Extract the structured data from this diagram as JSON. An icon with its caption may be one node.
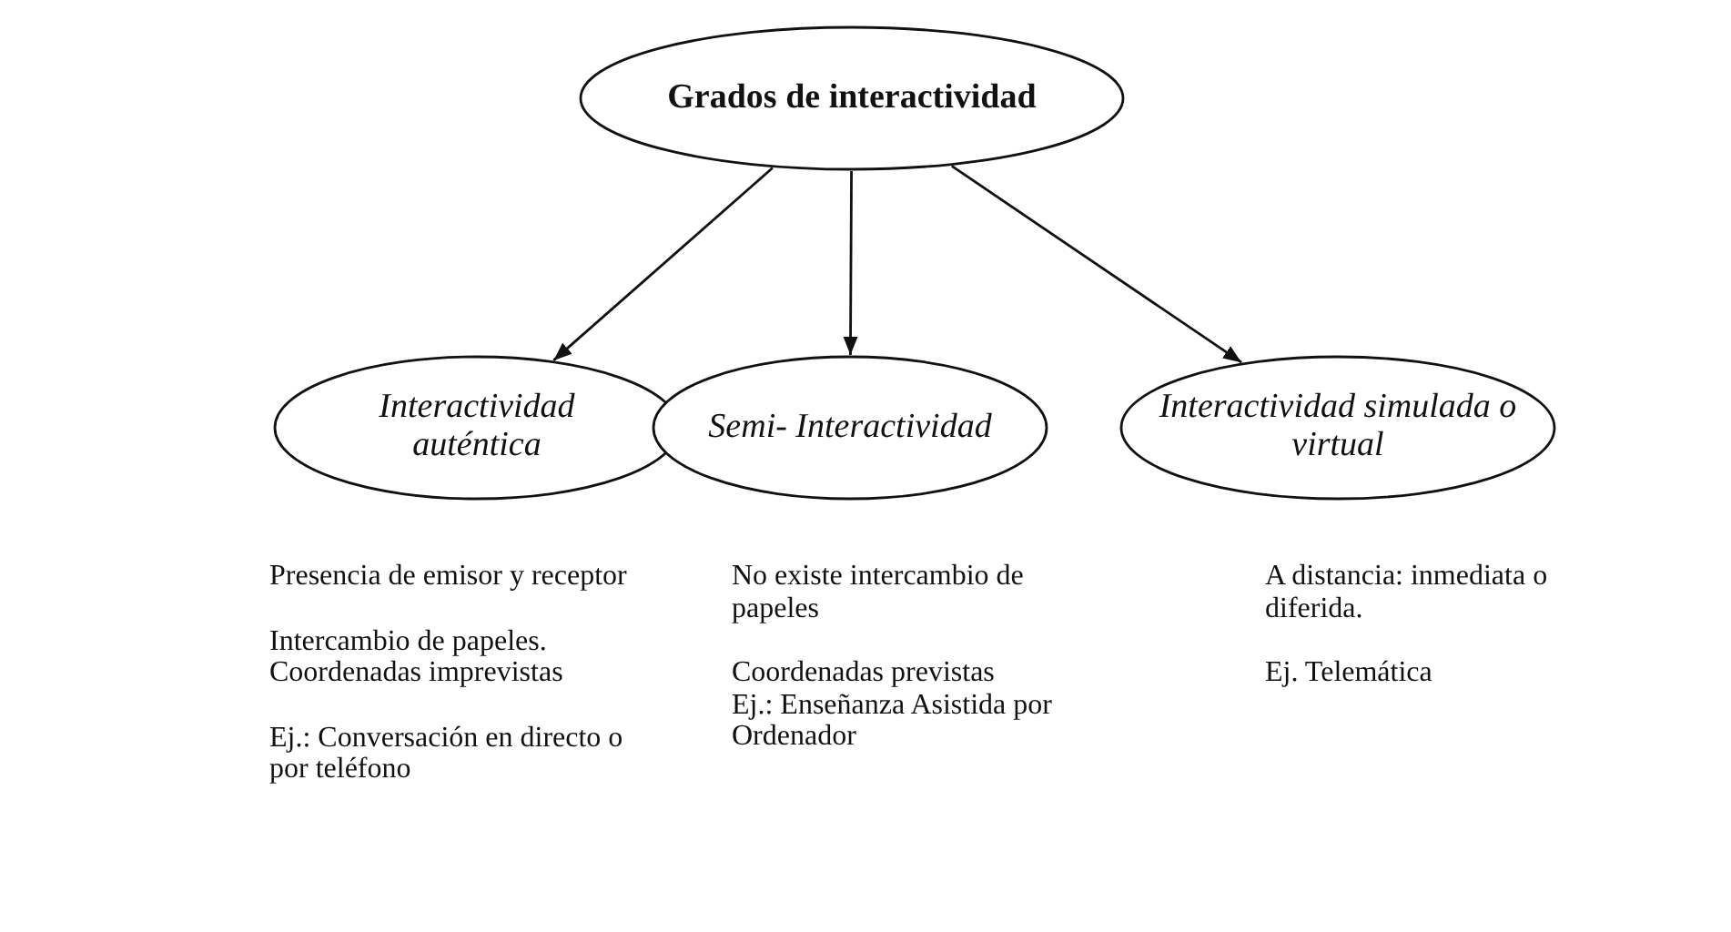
{
  "diagram": {
    "nodes": [
      {
        "text": [
          "Grados de interactividad"
        ]
      },
      {
        "text": [
          "Interactividad auténtica"
        ],
        "beside": [
          "Presencia de emisor y receptor",
          "Intercambio de papeles.",
          "Coordenadas imprevistas",
          "Ej.: Conversación en directo o por teléfono"
        ]
      },
      {
        "text": [
          "Semi- Interactividad"
        ],
        "beside": [
          "No existe intercambio de papeles",
          "Coordenadas previstas",
          "Ej.: Enseñanza Asistida por Ordenador"
        ]
      },
      {
        "text": [
          "Interactividad simulada o virtual"
        ],
        "beside": [
          "A distancia: inmediata o diferida.",
          "Ej. Telemática"
        ]
      }
    ],
    "edges": [
      {
        "from": 0,
        "to": 1,
        "arrow": "to"
      },
      {
        "from": 0,
        "to": 2,
        "arrow": "to"
      },
      {
        "from": 0,
        "to": 3,
        "arrow": "to"
      }
    ]
  }
}
